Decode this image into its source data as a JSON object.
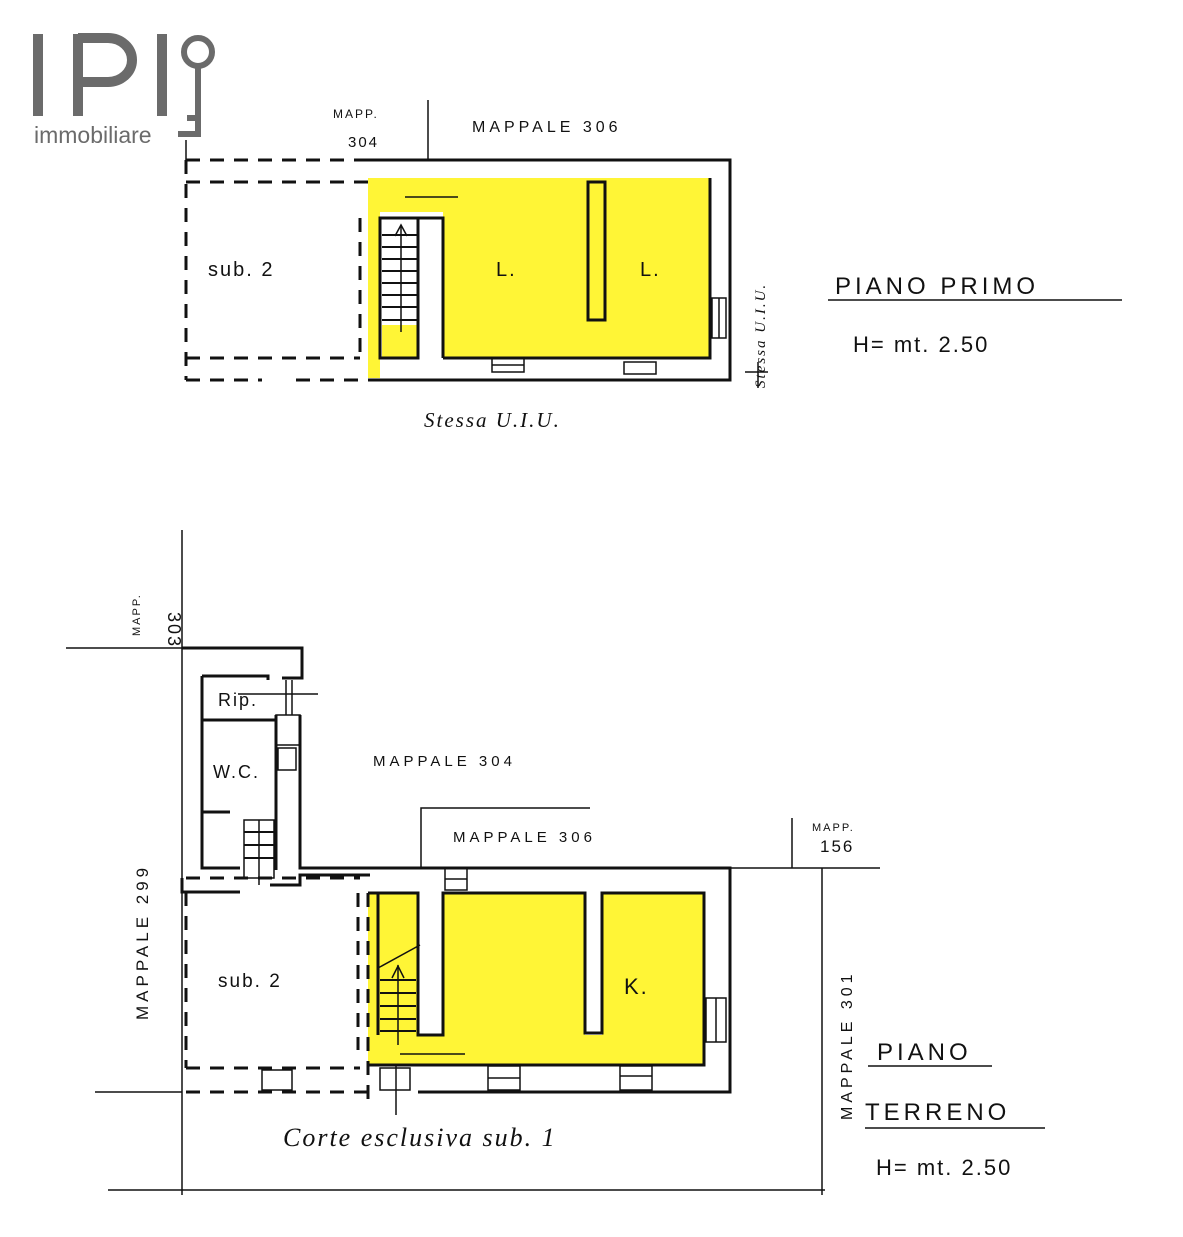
{
  "logo": {
    "brand": "IPI",
    "tagline": "immobiliare",
    "color": "#6b6b6b"
  },
  "colors": {
    "highlight": "#fff536",
    "ink": "#111111"
  },
  "piano_primo": {
    "title": "PIANO PRIMO",
    "height": "H= mt. 2.50",
    "labels": {
      "mapp_304_line1": "MAPP.",
      "mapp_304_line2": "304",
      "mappale_306": "MAPPALE 306",
      "sub_2": "sub. 2",
      "room_l_left": "L.",
      "room_l_right": "L.",
      "stessa_uiu_bottom": "Stessa U.I.U.",
      "stessa_uiu_side": "Stessa U.I.U."
    }
  },
  "piano_terreno": {
    "title_line1": "PIANO",
    "title_line2": "TERRENO",
    "height": "H= mt. 2.50",
    "labels": {
      "mapp_303_line1": "MAPP.",
      "mapp_303_line2": "303",
      "mappale_299": "MAPPALE 299",
      "rip": "Rip.",
      "wc": "W.C.",
      "mappale_304": "MAPPALE 304",
      "mappale_306": "MAPPALE 306",
      "mapp_156_line1": "MAPP.",
      "mapp_156_line2": "156",
      "mappale_301": "MAPPALE 301",
      "sub_2": "sub. 2",
      "room_k": "K.",
      "corte": "Corte esclusiva sub. 1"
    }
  }
}
